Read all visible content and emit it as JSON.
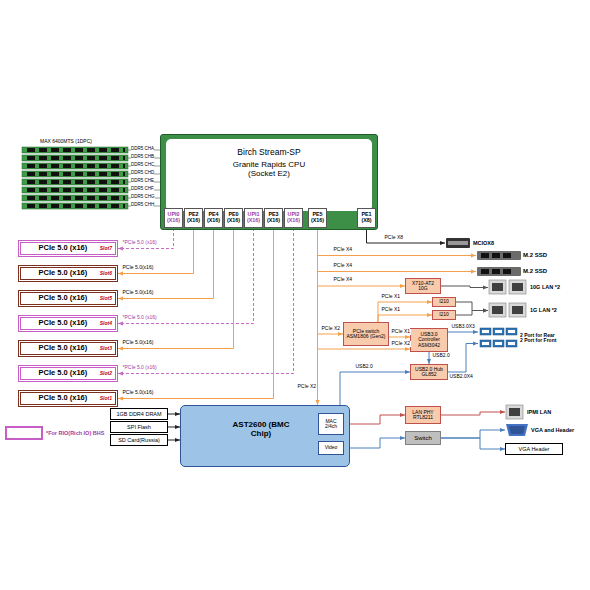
{
  "diagram": {
    "nodes": [
      {
        "text": [
          "Birch Stream-SP",
          "Granite Rapids CPU (Socket E2)"
        ]
      },
      {
        "text": [
          "UPI0 (X16)"
        ],
        "in": 0
      },
      {
        "text": [
          "PE2 (X16)"
        ],
        "in": 0
      },
      {
        "text": [
          "PE4 (X16)"
        ],
        "in": 0
      },
      {
        "text": [
          "PE0 (X16)"
        ],
        "in": 0
      },
      {
        "text": [
          "UPI1 (X16)"
        ],
        "in": 0
      },
      {
        "text": [
          "PE3 (X16)"
        ],
        "in": 0
      },
      {
        "text": [
          "UPI2 (X16)"
        ],
        "in": 0
      },
      {
        "text": [
          "PE5 (X16)"
        ],
        "in": 0
      },
      {
        "text": [
          "PE1 (X8)"
        ],
        "in": 0
      },
      {
        "text": [
          "PCIe 5.0 (x16)",
          "Slot7"
        ]
      },
      {
        "text": [
          "PCIe 5.0 (x16)",
          "Slot6"
        ]
      },
      {
        "text": [
          "PCIe 5.0 (x16)",
          "Slot5"
        ]
      },
      {
        "text": [
          "PCIe 5.0 (x16)",
          "Slot4"
        ]
      },
      {
        "text": [
          "PCIe 5.0 (x16)",
          "Slot3"
        ]
      },
      {
        "text": [
          "PCIe 5.0 (x16)",
          "Slot2"
        ]
      },
      {
        "text": [
          "PCIe 5.0 (x16)",
          "Slot1"
        ]
      },
      {
        "text": [
          "MCIOX8"
        ]
      },
      {
        "text": [
          "M.2 SSD"
        ]
      },
      {
        "text": [
          "M.2 SSD"
        ]
      },
      {
        "text": [
          "X710-AT2 10G"
        ]
      },
      {
        "text": [
          "10G LAN *2"
        ]
      },
      {
        "text": [
          "I210"
        ]
      },
      {
        "text": [
          "I210"
        ]
      },
      {
        "text": [
          "1G LAN *2"
        ]
      },
      {
        "text": [
          "PCIe switch ASM1806 (Gen2)"
        ]
      },
      {
        "text": [
          "USB3.0 Controller ASM3042"
        ]
      },
      {
        "text": [
          "2 Port for Rear",
          "2 Port for Front"
        ]
      },
      {
        "text": [
          "USB2.0 Hub GL852"
        ]
      },
      {
        "text": [
          "1GB DDR4 DRAM"
        ]
      },
      {
        "text": [
          "SPI Flash"
        ]
      },
      {
        "text": [
          "SD Card(Russia)"
        ]
      },
      {
        "text": [
          "AST2600 (BMC Chip)"
        ]
      },
      {
        "text": [
          "MAC 2/4ch"
        ],
        "in": 32
      },
      {
        "text": [
          "Video"
        ],
        "in": 32
      },
      {
        "text": [
          "LAN PHY RTL8211"
        ]
      },
      {
        "text": [
          "IPMI LAN"
        ]
      },
      {
        "text": [
          "Switch"
        ]
      },
      {
        "text": [
          "VGA and Header"
        ]
      },
      {
        "text": [
          "VGA Header"
        ]
      }
    ],
    "edges": [
      {
        "from": 1,
        "to": 10,
        "label": "*PCIe 5.0 (x16)",
        "arrow": "to"
      },
      {
        "from": 2,
        "to": 11,
        "label": "PCIe 5.0(x16)",
        "arrow": "to"
      },
      {
        "from": 3,
        "to": 12,
        "label": "PCIe 5.0(x16)",
        "arrow": "to"
      },
      {
        "from": 5,
        "to": 13,
        "label": "*PCIe 5.0 (x16)",
        "arrow": "to"
      },
      {
        "from": 4,
        "to": 14,
        "label": "PCIe 5.0(x16)",
        "arrow": "to"
      },
      {
        "from": 7,
        "to": 15,
        "label": "*PCIe 5.0 (x16)",
        "arrow": "to"
      },
      {
        "from": 6,
        "to": 16,
        "label": "PCIe 5.0(x16)",
        "arrow": "to"
      },
      {
        "from": 9,
        "to": 17,
        "label": "PCIe X8",
        "arrow": "to"
      },
      {
        "from": 8,
        "to": 18,
        "label": "PCIe X4",
        "arrow": "to"
      },
      {
        "from": 8,
        "to": 19,
        "label": "PCIe X4",
        "arrow": "to"
      },
      {
        "from": 8,
        "to": 20,
        "label": "PCIe X4",
        "arrow": "to"
      },
      {
        "from": 20,
        "to": 21,
        "arrow": "to"
      },
      {
        "from": 8,
        "to": 25,
        "label": "PCIe X2",
        "arrow": "to"
      },
      {
        "from": 25,
        "to": 22,
        "label": "PCIe X1",
        "arrow": "to"
      },
      {
        "from": 25,
        "to": 23,
        "label": "PCIe X1",
        "arrow": "to"
      },
      {
        "from": 22,
        "to": 24,
        "arrow": "to"
      },
      {
        "from": 23,
        "to": 24,
        "arrow": "to"
      },
      {
        "from": 25,
        "to": 26,
        "label": "PCIe X1",
        "arrow": "to"
      },
      {
        "from": 8,
        "to": 26,
        "label": "PCIe X2",
        "arrow": "to"
      },
      {
        "from": 26,
        "to": 27,
        "label": "USB3.0X3",
        "arrow": "to"
      },
      {
        "from": 26,
        "to": 28,
        "label": "USB2.0",
        "arrow": "to"
      },
      {
        "from": 28,
        "to": 27,
        "label": "USB2.0X4",
        "arrow": "to"
      },
      {
        "from": 8,
        "to": 32,
        "label": "PCIe X2",
        "arrow": "to"
      },
      {
        "from": 32,
        "to": 28,
        "label": "USB2.0",
        "arrow": "to"
      },
      {
        "from": 29,
        "to": 32,
        "arrow": "to"
      },
      {
        "from": 30,
        "to": 32,
        "arrow": "to"
      },
      {
        "from": 31,
        "to": 32,
        "arrow": "to"
      },
      {
        "from": 33,
        "to": 35,
        "arrow": "to"
      },
      {
        "from": 35,
        "to": 36,
        "arrow": "to"
      },
      {
        "from": 34,
        "to": 37,
        "arrow": "to"
      },
      {
        "from": 37,
        "to": 38,
        "arrow": "to"
      },
      {
        "from": 37,
        "to": 39,
        "arrow": "to"
      }
    ],
    "labels": [
      "MAX 6400MTS (1DPC)",
      "DDR5 CHA",
      "DDR5 CHB",
      "DDR5 CHC",
      "DDR5 CHD",
      "DDR5 CHE",
      "DDR5 CHF",
      "DDR5 CHG",
      "DDR5 CHH"
    ],
    "legend": [
      {
        "text": "*For RIO(Rich IO) BHS",
        "color": "#c65ec6"
      }
    ]
  }
}
